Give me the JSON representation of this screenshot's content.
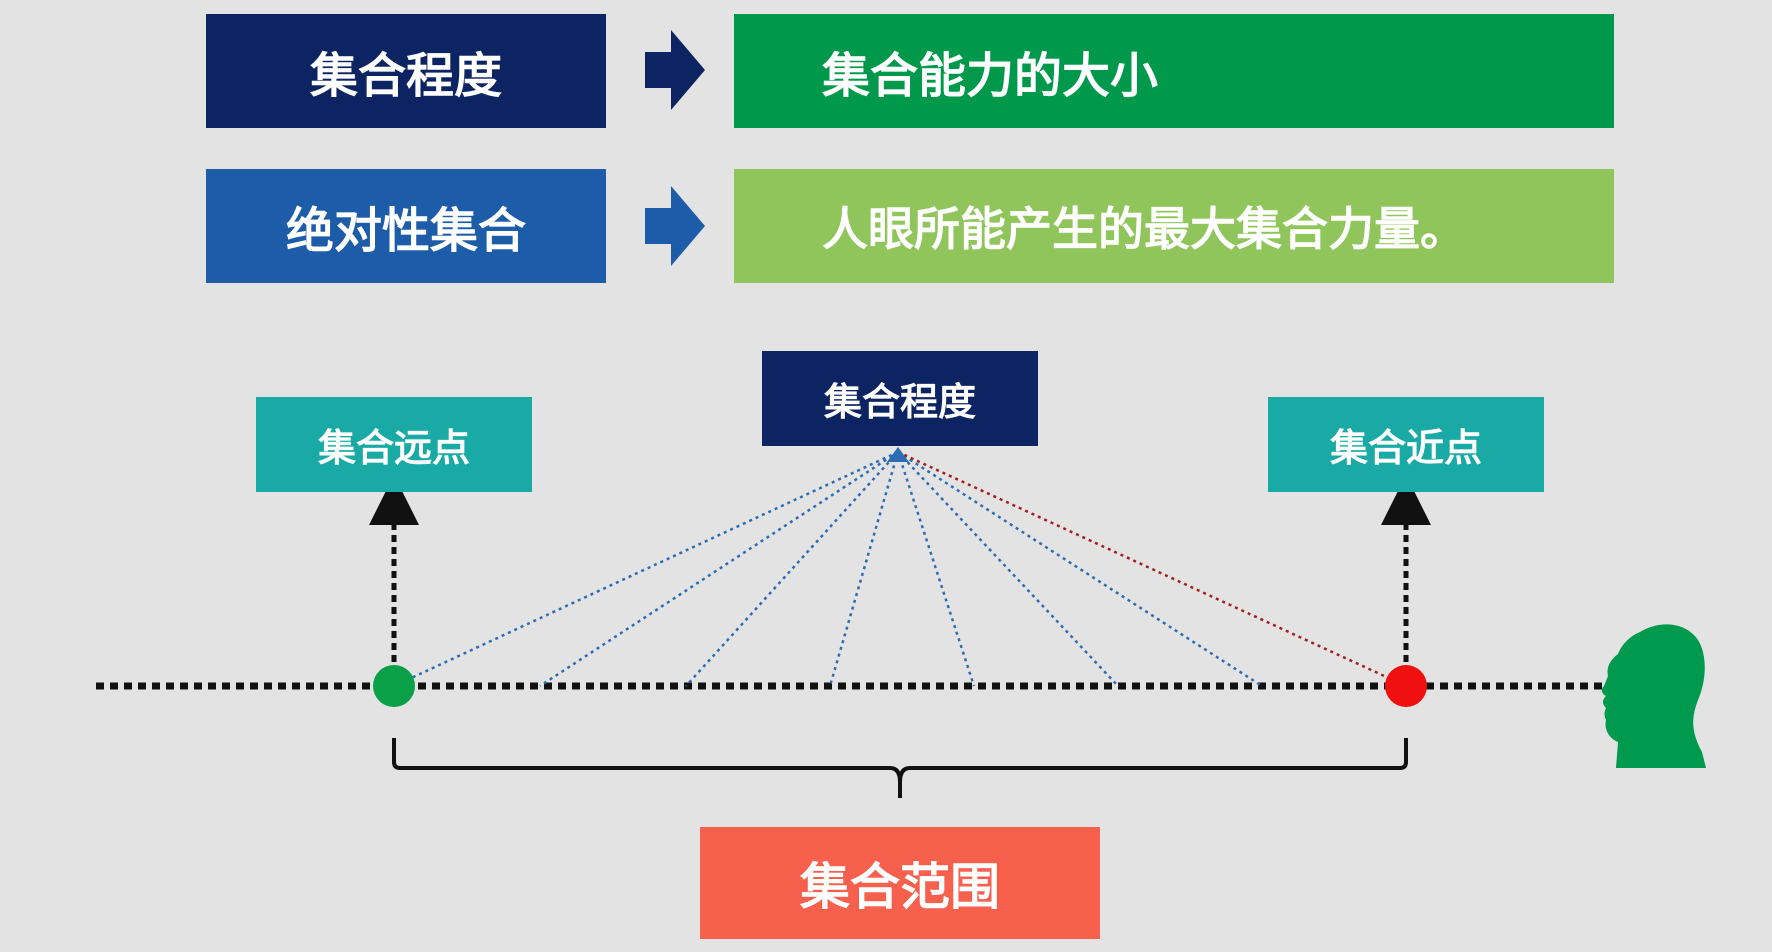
{
  "rows": [
    {
      "term": "集合程度",
      "definition": "集合能力的大小"
    },
    {
      "term": "绝对性集合",
      "definition": "人眼所能产生的最大集合力量。"
    }
  ],
  "diagram": {
    "far_point": "集合远点",
    "degree": "集合程度",
    "near_point": "集合近点",
    "range": "集合范围"
  },
  "colors": {
    "background": "#e3e3e3",
    "navy": "#0c2462",
    "blue": "#1d5ca8",
    "green": "#00994c",
    "light_green": "#8fc55a",
    "teal": "#19aaa5",
    "coral": "#f6604c",
    "far_dot": "#0aa048",
    "near_dot": "#f01010",
    "head": "#009a4e"
  },
  "icons": [
    "right-arrow-icon",
    "head-silhouette-icon"
  ]
}
